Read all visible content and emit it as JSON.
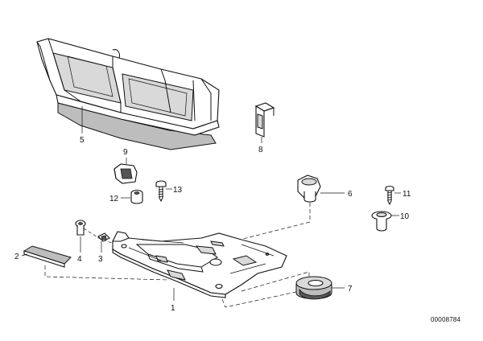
{
  "callouts": {
    "c1": "1",
    "c2": "2",
    "c3": "3",
    "c4": "4",
    "c5": "5",
    "c6": "6",
    "c7": "7",
    "c8": "8",
    "c9": "9",
    "c10": "10",
    "c11": "11",
    "c12": "12",
    "c13": "13"
  },
  "diagram_ref": "00008784"
}
